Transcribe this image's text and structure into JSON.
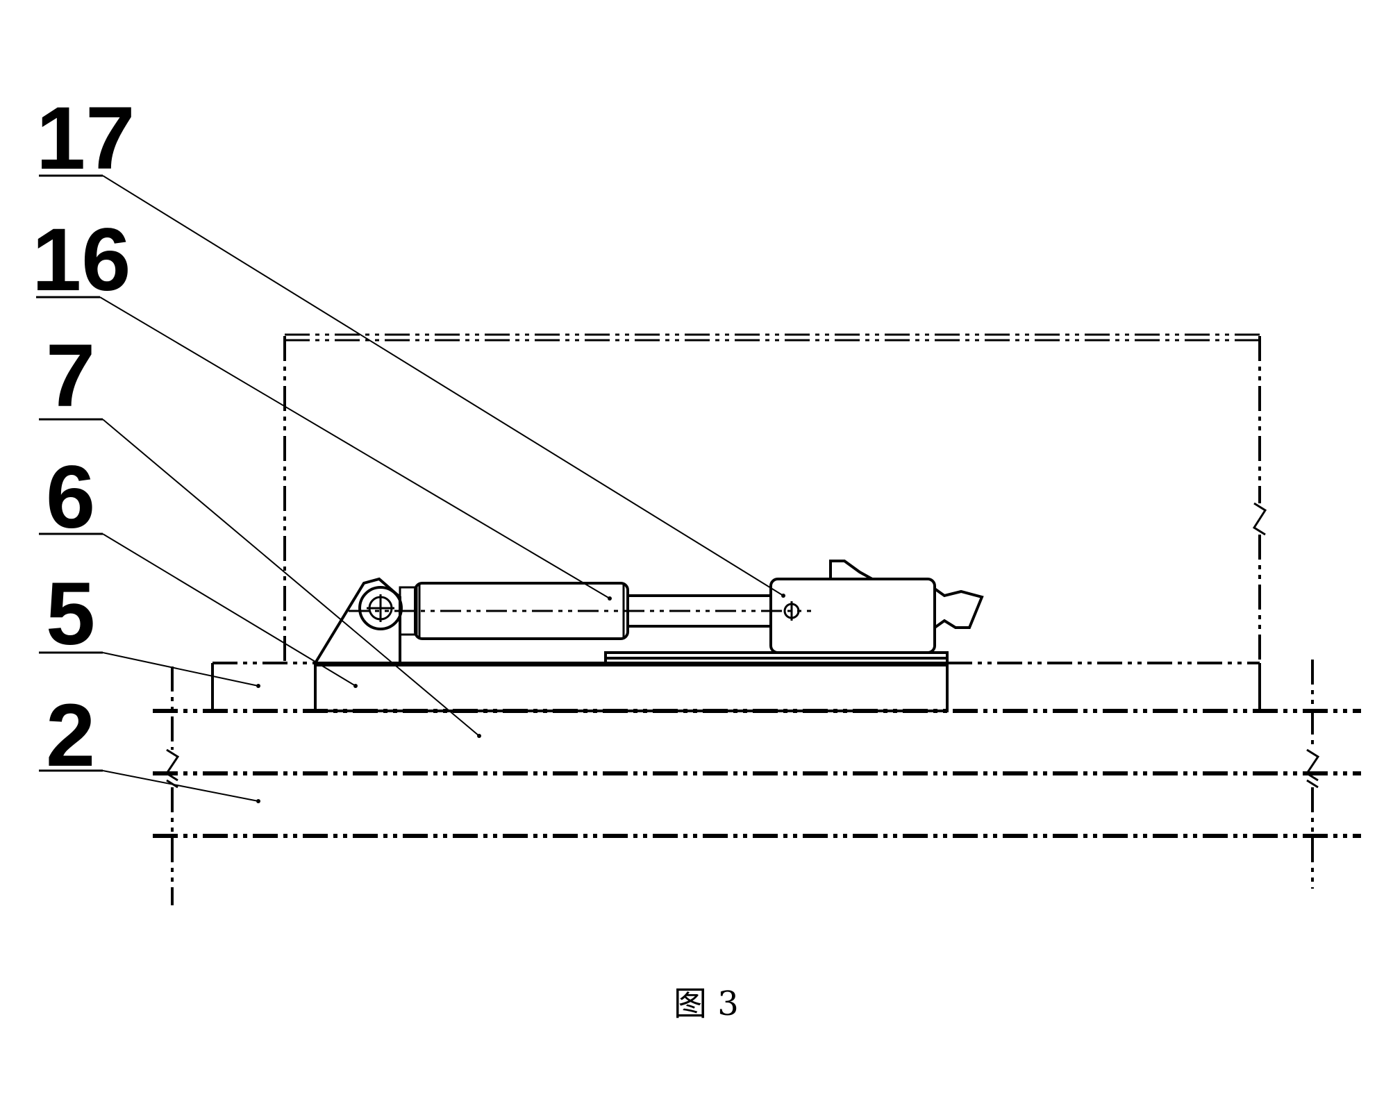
{
  "figure": {
    "caption": "图 3"
  },
  "labels": [
    {
      "id": "17",
      "text": "17"
    },
    {
      "id": "16",
      "text": "16"
    },
    {
      "id": "7",
      "text": "7"
    },
    {
      "id": "6",
      "text": "6"
    },
    {
      "id": "5",
      "text": "5"
    },
    {
      "id": "2",
      "text": "2"
    }
  ]
}
